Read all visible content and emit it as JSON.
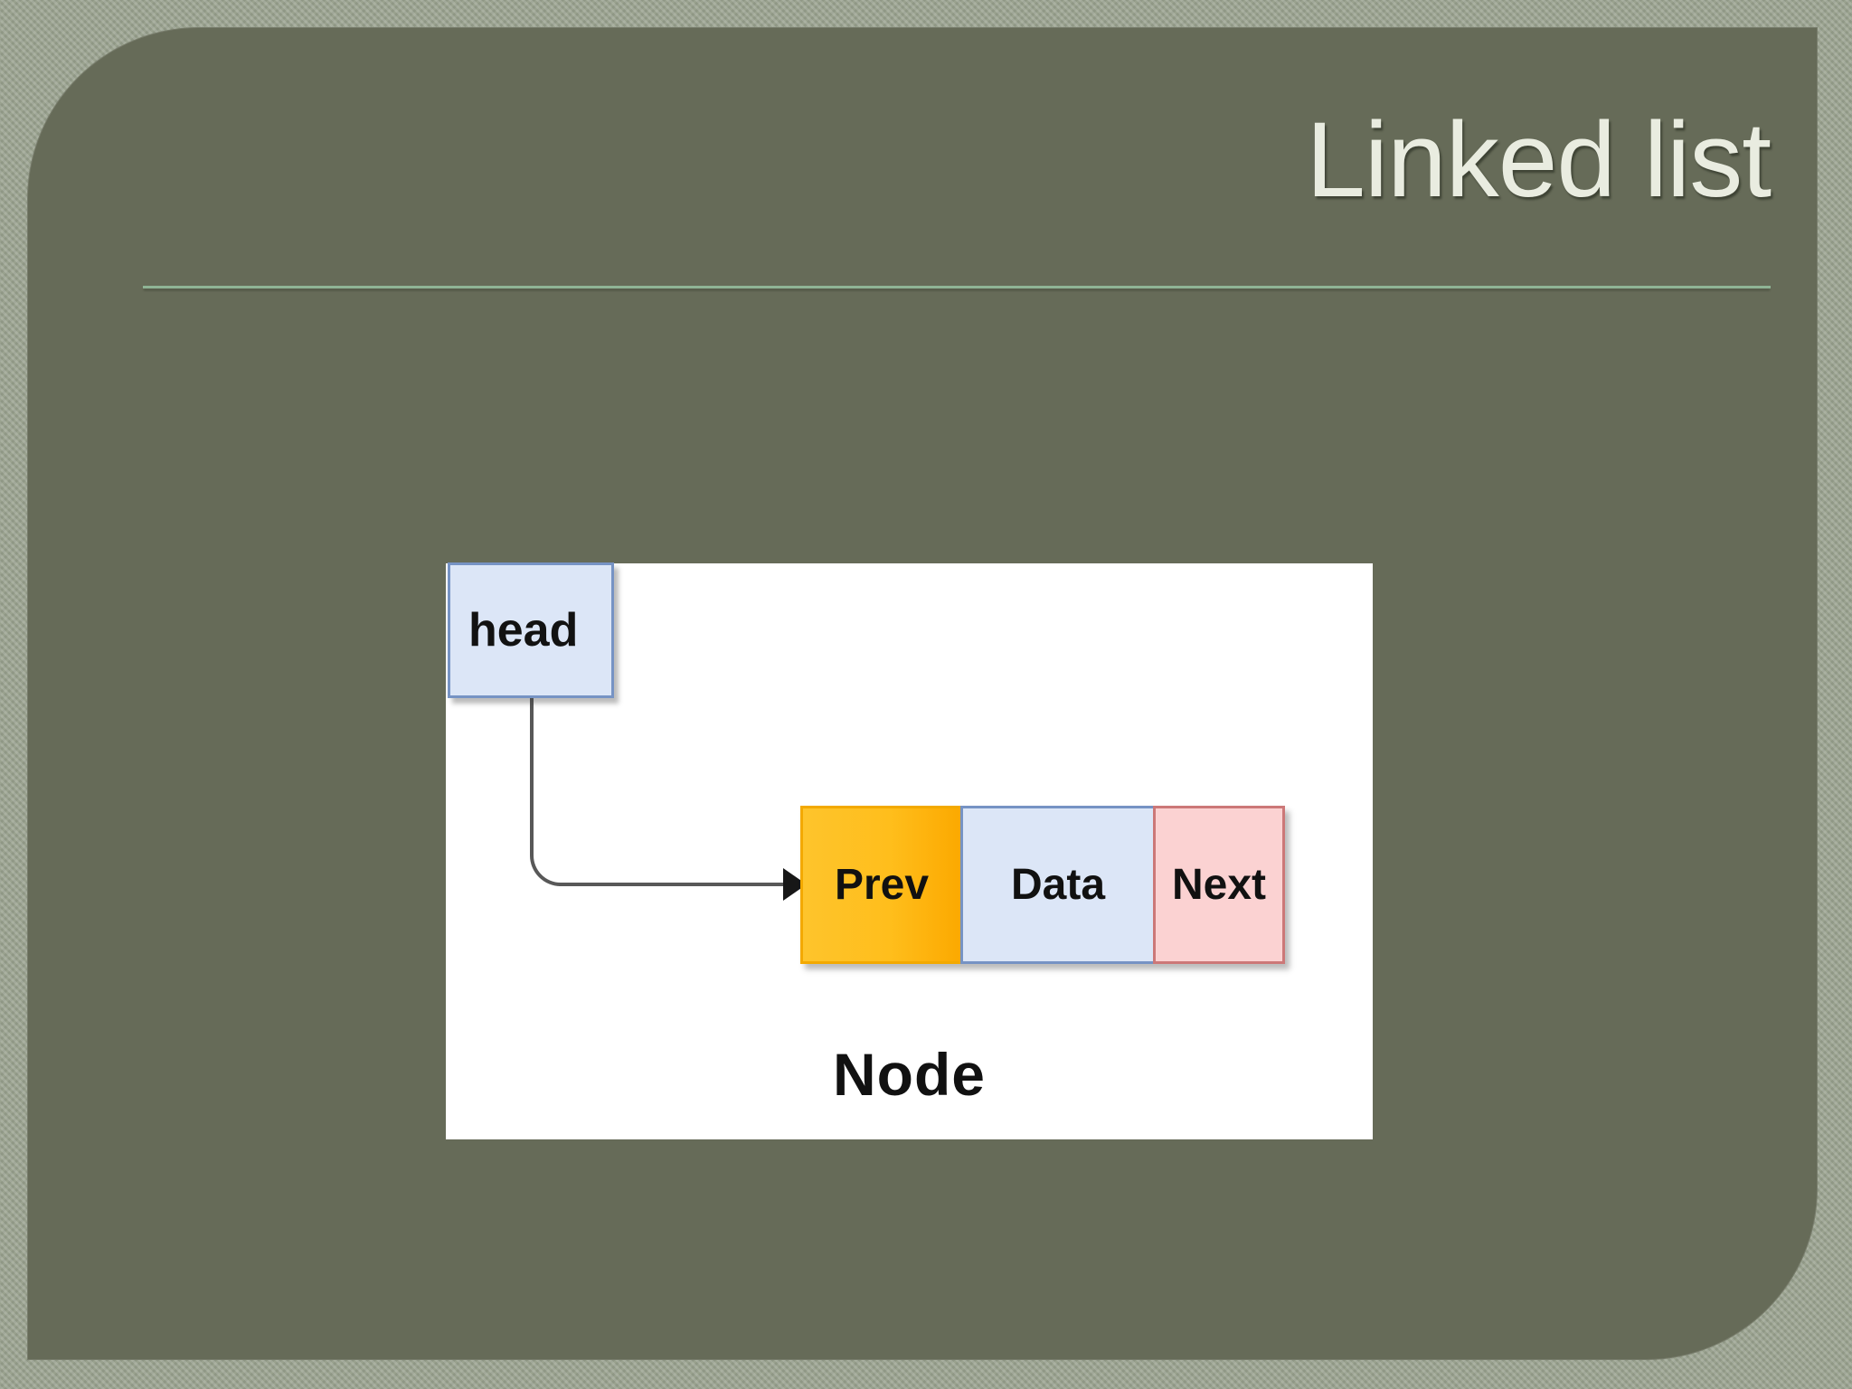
{
  "slide": {
    "title": "Linked list",
    "background_color": "#666b58",
    "mat_color": "#9aa28f",
    "title_color": "#e9ece0",
    "rule_color": "#8fb495"
  },
  "diagram": {
    "canvas_color": "#ffffff",
    "head": {
      "label": "head",
      "fill": "#dce6f7",
      "border": "#7693c4"
    },
    "pointer": {
      "from": "head",
      "to": "Prev",
      "arrow_icon": "arrow-right-icon",
      "stroke": "#585858"
    },
    "node": {
      "caption": "Node",
      "cells": [
        {
          "label": "Prev",
          "fill": "#fdb514",
          "border": "#f3a900"
        },
        {
          "label": "Data",
          "fill": "#dce6f7",
          "border": "#7693c4"
        },
        {
          "label": "Next",
          "fill": "#fbd2d2",
          "border": "#cc7878"
        }
      ]
    }
  }
}
